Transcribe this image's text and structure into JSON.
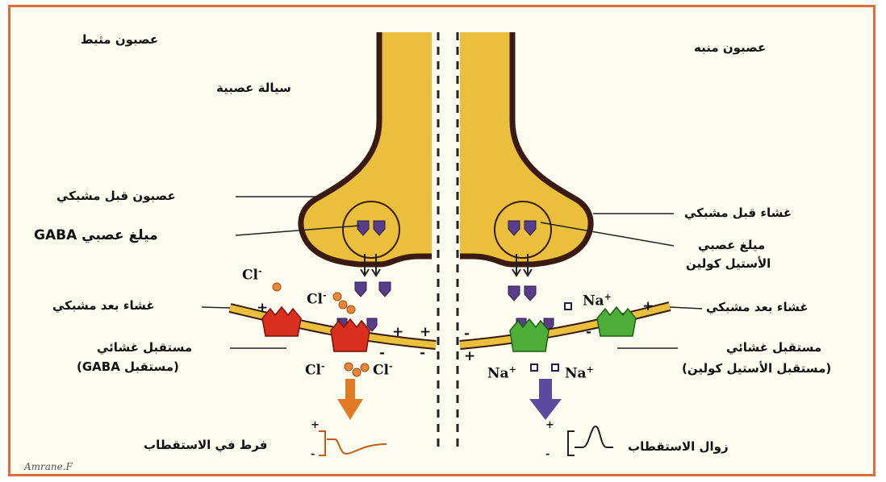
{
  "labels": {
    "inhibitory_neuron": "عصبون مثبط",
    "excitatory_neuron": "عصبون منبه",
    "nerve_fluid": "سيالة عصبية",
    "presynaptic_neuron": "عصبون قبل مشبكي",
    "gaba_transmitter": "ميلغ عصبي GABA",
    "postsynaptic_membrane_left": "غشاء بعد مشبكي",
    "membrane_receptor_left_line1": "مستقبل غشائي",
    "membrane_receptor_left_line2": "(مستقبل GABA)",
    "hyperpolarization": "فرط في الاستقطاب",
    "presynaptic_membrane": "غشاء قبل مشبكي",
    "ach_transmitter_line1": "ميلغ عصبي",
    "ach_transmitter_line2": "الأستيل كولين",
    "postsynaptic_membrane_right": "غشاء بعد مشبكي",
    "membrane_receptor_right_line1": "مستقبل غشائي",
    "membrane_receptor_right_line2": "(مستقبل الأستيل كولين)",
    "depolarization": "زوال الاستقطاب",
    "signature": "Amrane.F"
  },
  "ions": {
    "cl": "Cl",
    "na": "Na",
    "minus": "-",
    "plus": "+"
  },
  "colors": {
    "neuron_fill": "#e9bf3c",
    "neuron_outline": "#3a1a12",
    "gaba_receptor": "#d9301e",
    "ach_receptor": "#4cae38",
    "vesicle": "#5a3d8a",
    "hyperpol_arrow": "#e07a24",
    "depol_arrow": "#5b4aa0",
    "frame": "#d9703a"
  }
}
